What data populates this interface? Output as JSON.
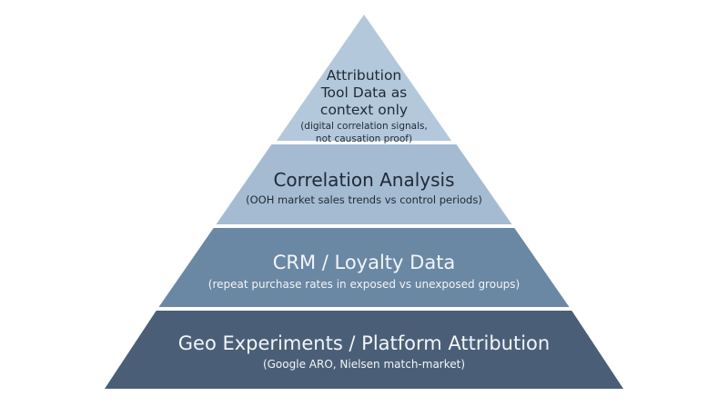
{
  "diagram": {
    "type": "pyramid",
    "tiers": [
      {
        "level": "top",
        "title_lines": [
          "Attribution",
          "Tool Data as",
          "context only"
        ],
        "subtitle": "(digital correlation signals, not causation proof)",
        "subtitle_lines": [
          "(digital correlation signals,",
          "not causation proof)"
        ],
        "color": "#b3c8da"
      },
      {
        "level": "upper-middle",
        "title": "Correlation Analysis",
        "subtitle": "(OOH market sales trends vs control periods)",
        "color": "#a5bbd1"
      },
      {
        "level": "lower-middle",
        "title": "CRM / Loyalty Data",
        "subtitle": "(repeat purchase rates in exposed vs unexposed groups)",
        "color": "#6a87a3"
      },
      {
        "level": "base",
        "title": "Geo Experiments / Platform Attribution",
        "subtitle": "(Google ARO, Nielsen match-market)",
        "color": "#4a5f77"
      }
    ]
  }
}
